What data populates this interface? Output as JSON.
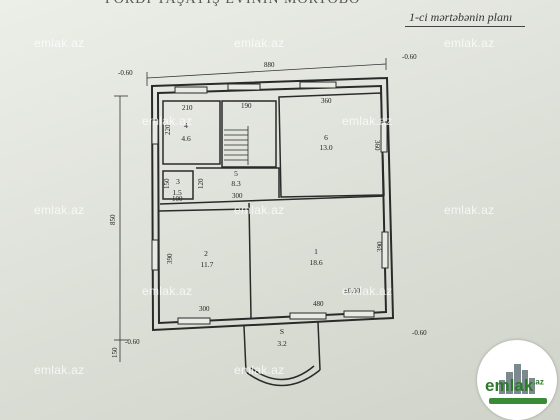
{
  "header": {
    "top_text": "FƏRDİ YAŞAYIŞ EVİNİN MƏRTƏBƏ",
    "plan_title": "1-ci mərtəbənin planı"
  },
  "watermark": "emlak.az",
  "logo": {
    "name": "emlak",
    "suffix": ".az"
  },
  "dimensions": {
    "top": "880",
    "left": "850",
    "porch": "150",
    "level_tl": "-0.60",
    "level_tr": "-0.60",
    "level_br": "-0.60",
    "level_bl": "-0.60",
    "level_mid": "±0.00",
    "d210": "210",
    "d190": "190",
    "d360_top": "360",
    "d360_right": "360",
    "d220": "220",
    "d100": "100",
    "d150": "150",
    "d120": "120",
    "d300_mid": "300",
    "d390_left": "390",
    "d390_right": "390",
    "d300_bottom": "300",
    "d480": "480"
  },
  "rooms": [
    {
      "number": "4",
      "area": "4.6"
    },
    {
      "number": "3",
      "area": "1.5"
    },
    {
      "number": "5",
      "area": "8.3"
    },
    {
      "number": "6",
      "area": "13.0"
    },
    {
      "number": "2",
      "area": "11.7"
    },
    {
      "number": "1",
      "area": "18.6"
    },
    {
      "number": "S",
      "area": "3.2"
    }
  ],
  "colors": {
    "paper": "#e5e8e0",
    "ink": "#222222",
    "logo_green": "#2d7b2a"
  }
}
